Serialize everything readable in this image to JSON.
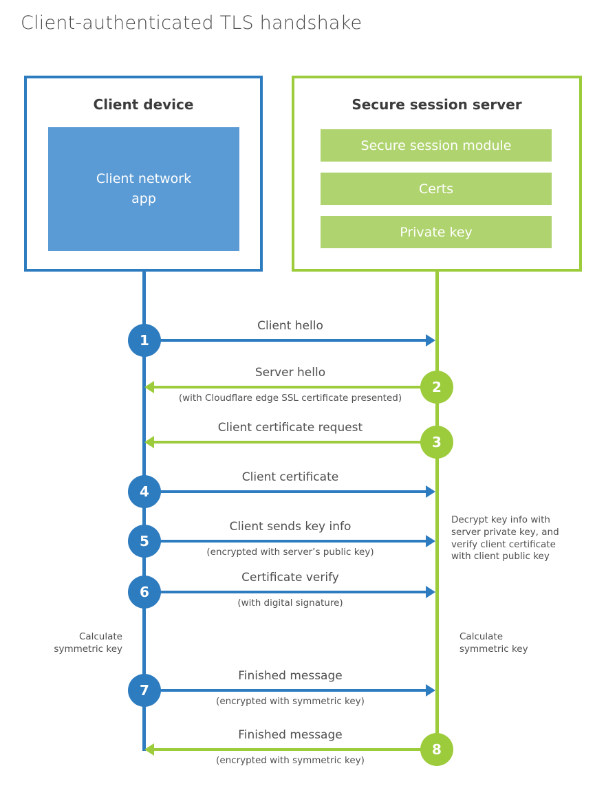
{
  "title": "Client-authenticated TLS handshake",
  "colors": {
    "blue_primary": "#2E7CC0",
    "blue_light": "#5B9BD5",
    "green_primary": "#9CCB3B",
    "green_light": "#AFD36E",
    "title_gray": "#4A4A4A",
    "text_gray": "#4F4F4F"
  },
  "client": {
    "title": "Client device",
    "app_label": "Client network app"
  },
  "server": {
    "title": "Secure session server",
    "modules": [
      "Secure session module",
      "Certs",
      "Private key"
    ]
  },
  "steps": [
    {
      "num": "1",
      "from": "client",
      "label": "Client hello",
      "sub": ""
    },
    {
      "num": "2",
      "from": "server",
      "label": "Server hello",
      "sub": "(with Cloudflare edge SSL certificate presented)"
    },
    {
      "num": "3",
      "from": "server",
      "label": "Client certificate request",
      "sub": ""
    },
    {
      "num": "4",
      "from": "client",
      "label": "Client certificate",
      "sub": ""
    },
    {
      "num": "5",
      "from": "client",
      "label": "Client sends key info",
      "sub": "(encrypted with server’s public key)"
    },
    {
      "num": "6",
      "from": "client",
      "label": "Certificate verify",
      "sub": "(with digital signature)"
    },
    {
      "num": "7",
      "from": "client",
      "label": "Finished message",
      "sub": "(encrypted with symmetric key)"
    },
    {
      "num": "8",
      "from": "server",
      "label": "Finished message",
      "sub": "(encrypted with symmetric key)"
    }
  ],
  "notes": {
    "decrypt": "Decrypt key info with server private key, and verify client certificate with client public key",
    "calc_client": "Calculate symmetric key",
    "calc_server": "Calculate symmetric key"
  }
}
